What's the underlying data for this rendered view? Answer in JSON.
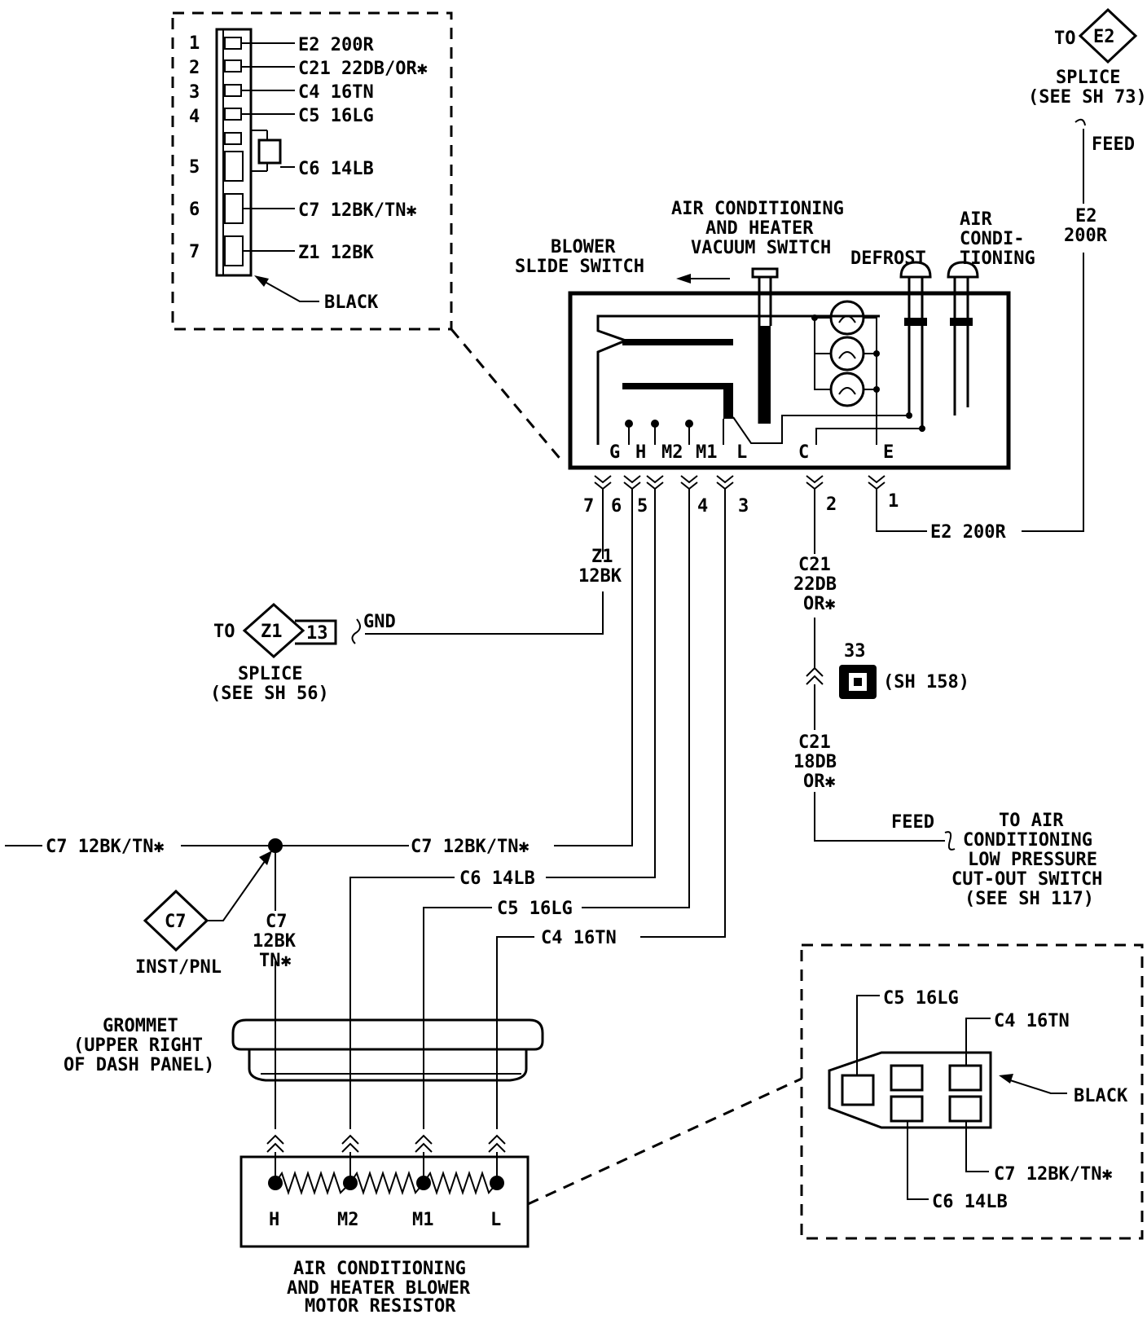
{
  "connector_detail": {
    "pins": [
      "1",
      "2",
      "3",
      "4",
      "5",
      "6",
      "7"
    ],
    "wires": [
      "E2 200R",
      "C21 22DB/OR✱",
      "C4 16TN",
      "C5 16LG",
      "C6 14LB",
      "C7 12BK/TN✱",
      "Z1 12BK"
    ],
    "color_label": "BLACK"
  },
  "switch": {
    "blower_slide": [
      "BLOWER",
      "SLIDE SWITCH"
    ],
    "vacuum": [
      "AIR CONDITIONING",
      "AND HEATER",
      "VACUUM SWITCH"
    ],
    "defrost": "DEFROST",
    "ac": [
      "AIR",
      "CONDI-",
      "TIONING"
    ],
    "terminals": [
      "G",
      "H",
      "M2",
      "M1",
      "L",
      "C",
      "E"
    ],
    "cavity_numbers": [
      "7",
      "6",
      "5",
      "4",
      "3",
      "2",
      "1"
    ]
  },
  "e2_feed": {
    "to": "TO",
    "splice_id": "E2",
    "splice_label": [
      "SPLICE",
      "(SEE SH 73)"
    ],
    "feed": "FEED",
    "wire": [
      "E2",
      "200R"
    ],
    "bottom_wire": "E2 200R"
  },
  "ground": {
    "wire": [
      "Z1",
      "12BK"
    ],
    "to": "TO",
    "splice_id": "Z1",
    "splice_num": "13",
    "gnd": "GND",
    "splice_label": [
      "SPLICE",
      "(SEE SH 56)"
    ]
  },
  "c21": {
    "upper_wire": [
      "C21",
      "22DB",
      "OR✱"
    ],
    "conn_num": "33",
    "sheet_ref": "(SH 158)",
    "lower_wire": [
      "C21",
      "18DB",
      "OR✱"
    ],
    "feed": "FEED",
    "destination": [
      "TO AIR",
      "CONDITIONING",
      "LOW PRESSURE",
      "CUT-OUT SWITCH",
      "(SEE SH 117)"
    ]
  },
  "harness": {
    "c7_left": "C7 12BK/TN✱",
    "c7_right": "C7 12BK/TN✱",
    "c6": "C6 14LB",
    "c5": "C5 16LG",
    "c4": "C4 16TN",
    "c7_vertical": [
      "C7",
      "12BK",
      "TN✱"
    ],
    "inst_id": "C7",
    "inst_label": "INST/PNL"
  },
  "grommet": [
    "GROMMET",
    "(UPPER RIGHT",
    "OF DASH PANEL)"
  ],
  "resistor": {
    "terminals": [
      "H",
      "M2",
      "M1",
      "L"
    ],
    "label": [
      "AIR CONDITIONING",
      "AND HEATER BLOWER",
      "MOTOR RESISTOR"
    ]
  },
  "resistor_connector": {
    "c5": "C5 16LG",
    "c4": "C4 16TN",
    "black": "BLACK",
    "c7": "C7 12BK/TN✱",
    "c6": "C6 14LB"
  }
}
